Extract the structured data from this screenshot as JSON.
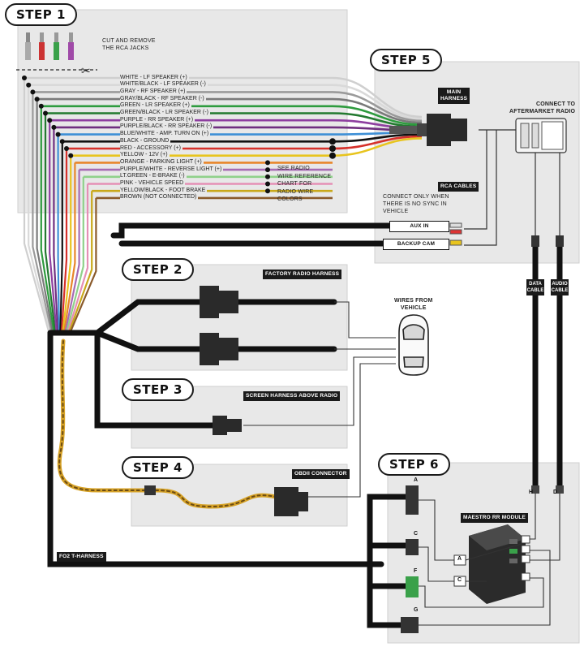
{
  "steps": {
    "s1": "STEP 1",
    "s2": "STEP 2",
    "s3": "STEP 3",
    "s4": "STEP 4",
    "s5": "STEP 5",
    "s6": "STEP 6"
  },
  "rca_note": [
    "CUT AND REMOVE",
    "THE RCA JACKS"
  ],
  "wires": [
    {
      "label": "WHITE - LF SPEAKER (+)",
      "color": "#f4f4f4"
    },
    {
      "label": "WHITE/BLACK - LF SPEAKER (-)",
      "color": "#d9d9d9"
    },
    {
      "label": "GRAY - RF SPEAKER (+)",
      "color": "#9a9a9a"
    },
    {
      "label": "GRAY/BLACK - RF SPEAKER (-)",
      "color": "#7a7a7a"
    },
    {
      "label": "GREEN - LR SPEAKER (+)",
      "color": "#2e9b3e"
    },
    {
      "label": "GREEN/BLACK - LR SPEAKER (-)",
      "color": "#237a30"
    },
    {
      "label": "PURPLE - RR SPEAKER (+)",
      "color": "#8e3fa0"
    },
    {
      "label": "PURPLE/BLACK - RR SPEAKER (-)",
      "color": "#6f2f7f"
    },
    {
      "label": "BLUE/WHITE - AMP. TURN ON (+)",
      "color": "#3d8fd6"
    },
    {
      "label": "BLACK - GROUND",
      "color": "#111111"
    },
    {
      "label": "RED - ACCESSORY (+)",
      "color": "#d6312b"
    },
    {
      "label": "YELLOW - 12V (+)",
      "color": "#e8c41e"
    },
    {
      "label": "ORANGE - PARKING LIGHT (+)",
      "color": "#e8862a"
    },
    {
      "label": "PURPLE/WHITE - REVERSE LIGHT (+)",
      "color": "#a66bb3"
    },
    {
      "label": "LT.GREEN - E-BRAKE (-)",
      "color": "#8fd18a"
    },
    {
      "label": "PINK - VEHICLE SPEED",
      "color": "#e58fb5"
    },
    {
      "label": "YELLOW/BLACK - FOOT BRAKE",
      "color": "#c9a81a"
    },
    {
      "label": "BROWN (NOT CONNECTED)",
      "color": "#8a5a2b"
    }
  ],
  "see_radio_note": [
    "SEE RADIO",
    "WIRE REFERENCE",
    "CHART FOR",
    "RADIO WIRE",
    "COLORS"
  ],
  "tags": {
    "main_harness": [
      "MAIN",
      "HARNESS"
    ],
    "connect_radio": [
      "CONNECT TO",
      "AFTERMARKET RADIO"
    ],
    "rca_cables": "RCA CABLES",
    "aux_in": "AUX IN",
    "backup_cam": "BACKUP CAM",
    "factory_radio": "FACTORY RADIO HARNESS",
    "screen_harness": "SCREEN HARNESS ABOVE RADIO",
    "obdii": "OBDII CONNECTOR",
    "fo2": "FO2 T-HARNESS",
    "maestro": "MAESTRO RR MODULE",
    "data_cable": [
      "DATA",
      "CABLE"
    ],
    "audio_cable": [
      "AUDIO",
      "CABLE"
    ]
  },
  "sync_note": [
    "CONNECT ONLY WHEN",
    "THERE IS NO SYNC IN",
    "VEHICLE"
  ],
  "wires_from_vehicle": [
    "WIRES FROM",
    "VEHICLE"
  ],
  "letters": {
    "A": "A",
    "C": "C",
    "F": "F",
    "G": "G",
    "H": "H",
    "D": "D"
  }
}
